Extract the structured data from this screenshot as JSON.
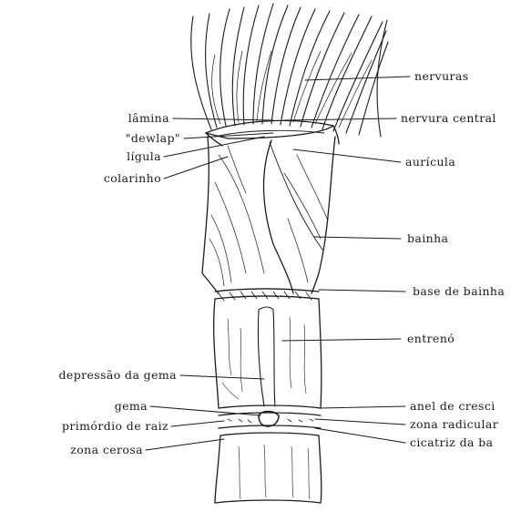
{
  "labels": {
    "nervuras": "nervuras",
    "lamina": "lâmina",
    "nervura_central": "nervura central",
    "dewlap": "\"dewlap\"",
    "ligula": "lígula",
    "auricula": "aurícula",
    "colarinho": "colarinho",
    "bainha": "bainha",
    "base_de_bainha": "base de bainha",
    "entreno": "entrenó",
    "depressao_da_gema": "depressão da gema",
    "gema": "gema",
    "anel_de_cresc": "anel de cresci",
    "primordio_de_raiz": "primórdio de raiz",
    "zona_radicular": "zona radicular",
    "zona_cerosa": "zona cerosa",
    "cicatriz_da_ba": "cicatriz da ba"
  },
  "colors": {
    "ink": "#1a1a1a",
    "background": "#ffffff"
  }
}
